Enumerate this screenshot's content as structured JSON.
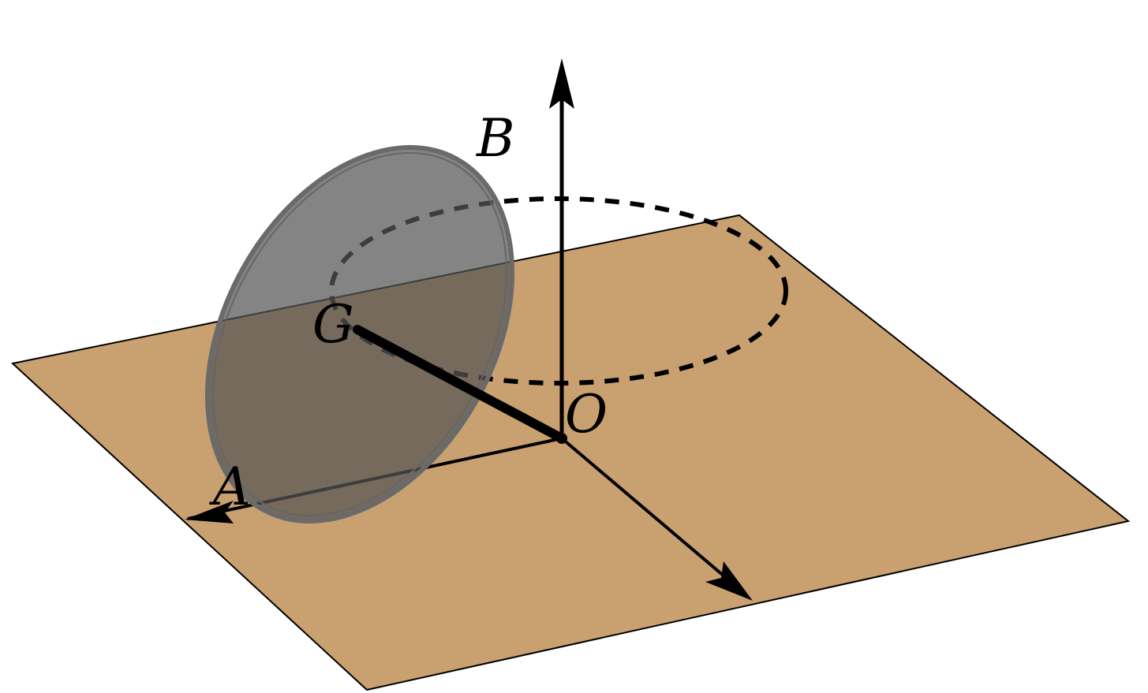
{
  "diagram": {
    "labels": {
      "A": "A",
      "B": "B",
      "G": "G",
      "O": "O"
    },
    "colors": {
      "plane_fill": "#c9a170",
      "plane_edge": "#000000",
      "disk_fill": "#555555",
      "disk_edge": "#6a6a6a",
      "axis": "#000000",
      "orbit_path": "#000000",
      "background": "#ffffff"
    }
  }
}
